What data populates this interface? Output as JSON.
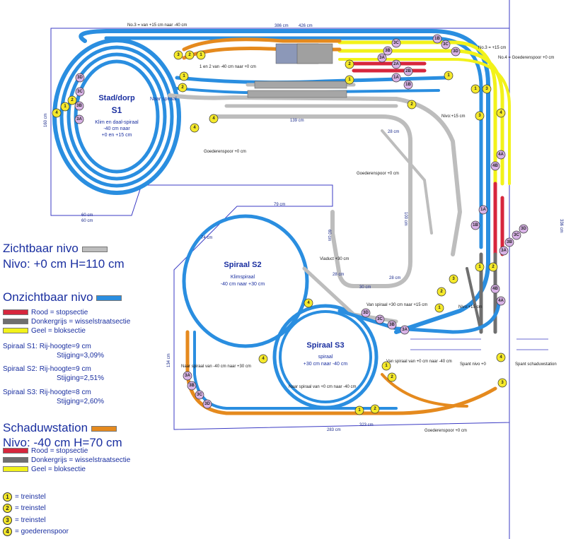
{
  "colors": {
    "hidden_track": "#2a8ee0",
    "visible_track": "#bdbdbd",
    "red_stop": "#d7263d",
    "dark_grey": "#6f6f6f",
    "yellow_block": "#f2f21a",
    "shadow_station": "#e58a1e",
    "green_ties": "#5aa64a",
    "frame": "#3b3bc4",
    "marker_yellow": "#f5e92b",
    "marker_pink": "#d8b2e6"
  },
  "top_labels": {
    "no3_left": "No.3 = van +15 cm naar -40 cm",
    "dim_386": "386 cm",
    "dim_426": "426 cm",
    "no3_right": "No.3 = +15 cm",
    "no4": "No.4 = Goederenspoor +0 cm",
    "one_two": "1 en 2 van -40 cm naar +0 cm",
    "naar_spiraal": "Naar spiraal",
    "nivo15_a": "Nivo:+15 cm",
    "dim_139": "139 cm",
    "goederen_a": "Goederenspoor +0 cm",
    "goederen_b": "Goederenspoor +0 cm",
    "dim_28": "28 cm",
    "dim_100": "100 cm",
    "dim_60_a": "60 cm",
    "dim_60_b": "60 cm",
    "dim_160": "160 cm",
    "dim_336": "336 cm",
    "dim_79": "79 cm",
    "dim_74": "74 cm",
    "dim_60c": "60 cm",
    "viaduct": "Viaduct +30 cm",
    "dim_30": "30 cm",
    "dim_28b": "28 cm",
    "dim_28c": "28 cm",
    "van_spiraal": "Van spiraal +30 cm naar +15 cm",
    "nivo15_b": "Nivo:+15 cm",
    "naar_spiraal_40_30": "Naar spiraal van -40 cm naar +30 cm",
    "van_spiraal_0_40": "Van spiraal van +0 cm naar -40 cm",
    "naar_spiraal_0_40": "Naar spiraal van +0 cm naar -40 cm",
    "dim_134": "134 cm",
    "dim_323": "323 cm",
    "dim_283": "283 cm",
    "goederen_c": "Goederenspoor +0 cm",
    "spant_nivo": "Spant nivo +0",
    "spant_schaduw": "Spant schaduwstation"
  },
  "s1": {
    "title": "Stad/dorp",
    "name": "S1",
    "line1": "Klim en daal-spiraal",
    "line2": "-40 cm naar",
    "line3": "+0 en +15 cm"
  },
  "s2": {
    "title": "Spiraal S2",
    "line1": "Klimspiraal",
    "line2": "-40 cm  naar +30 cm"
  },
  "s3": {
    "title": "Spiraal S3",
    "line1": "spiraal",
    "line2": "+30 cm naar -40 cm"
  },
  "legend": {
    "visible_title": "Zichtbaar nivo",
    "visible_level": "Nivo: +0 cm   H=110 cm",
    "hidden_title": "Onzichtbaar nivo",
    "red": "= stopsectie",
    "red_name": "Rood",
    "grey": "= wisselstraatsectie",
    "grey_name": "Donkergrijs",
    "yellow": "= bloksectie",
    "yellow_name": "Geel",
    "s1_line1": "Spiraal S1: Rij-hoogte=9 cm",
    "s1_line2": "Stijging=3,09%",
    "s2_line1": "Spiraal S2: Rij-hoogte=9 cm",
    "s2_line2": "Stijging=2,51%",
    "s3_line1": "Spiraal S3: Rij-hoogte=8 cm",
    "s3_line2": "Stijging=2,60%",
    "shadow_title": "Schaduwstation",
    "shadow_level": "Nivo: -40 cm   H=70 cm",
    "red2": "= stopsectie",
    "grey2": "= wisselstraatsectie",
    "yellow2": "= bloksectie",
    "marker1": "= treinstel",
    "marker2": "= treinstel",
    "marker3": "= treinstel",
    "marker4": "= goederenspoor"
  },
  "markers": {
    "n1": "1",
    "n2": "2",
    "n3": "3",
    "n4": "4",
    "a1": "1A",
    "b1": "1B",
    "a2": "2A",
    "b2": "2B",
    "a3": "3A",
    "b3": "3B",
    "c3": "3C",
    "d3": "3D",
    "a4": "4A",
    "b4": "4B"
  }
}
